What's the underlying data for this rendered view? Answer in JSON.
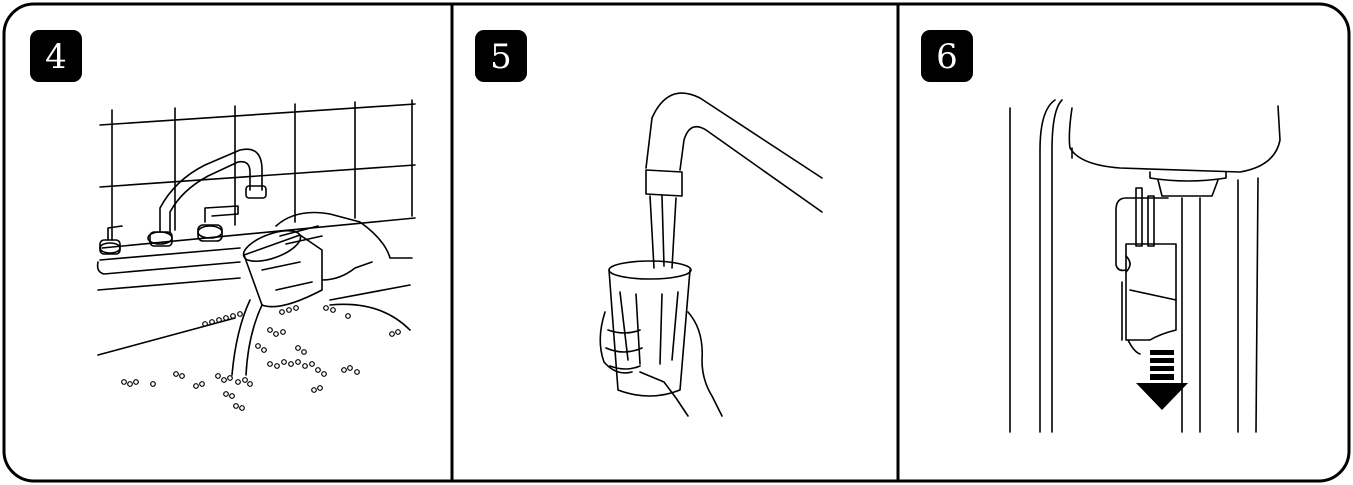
{
  "steps": [
    {
      "number": "4",
      "illustration": "pour-beads-into-sink"
    },
    {
      "number": "5",
      "illustration": "fill-cup-with-water"
    },
    {
      "number": "6",
      "illustration": "insert-cup-into-holder"
    }
  ],
  "colors": {
    "ink": "#000000",
    "paper": "#ffffff"
  }
}
